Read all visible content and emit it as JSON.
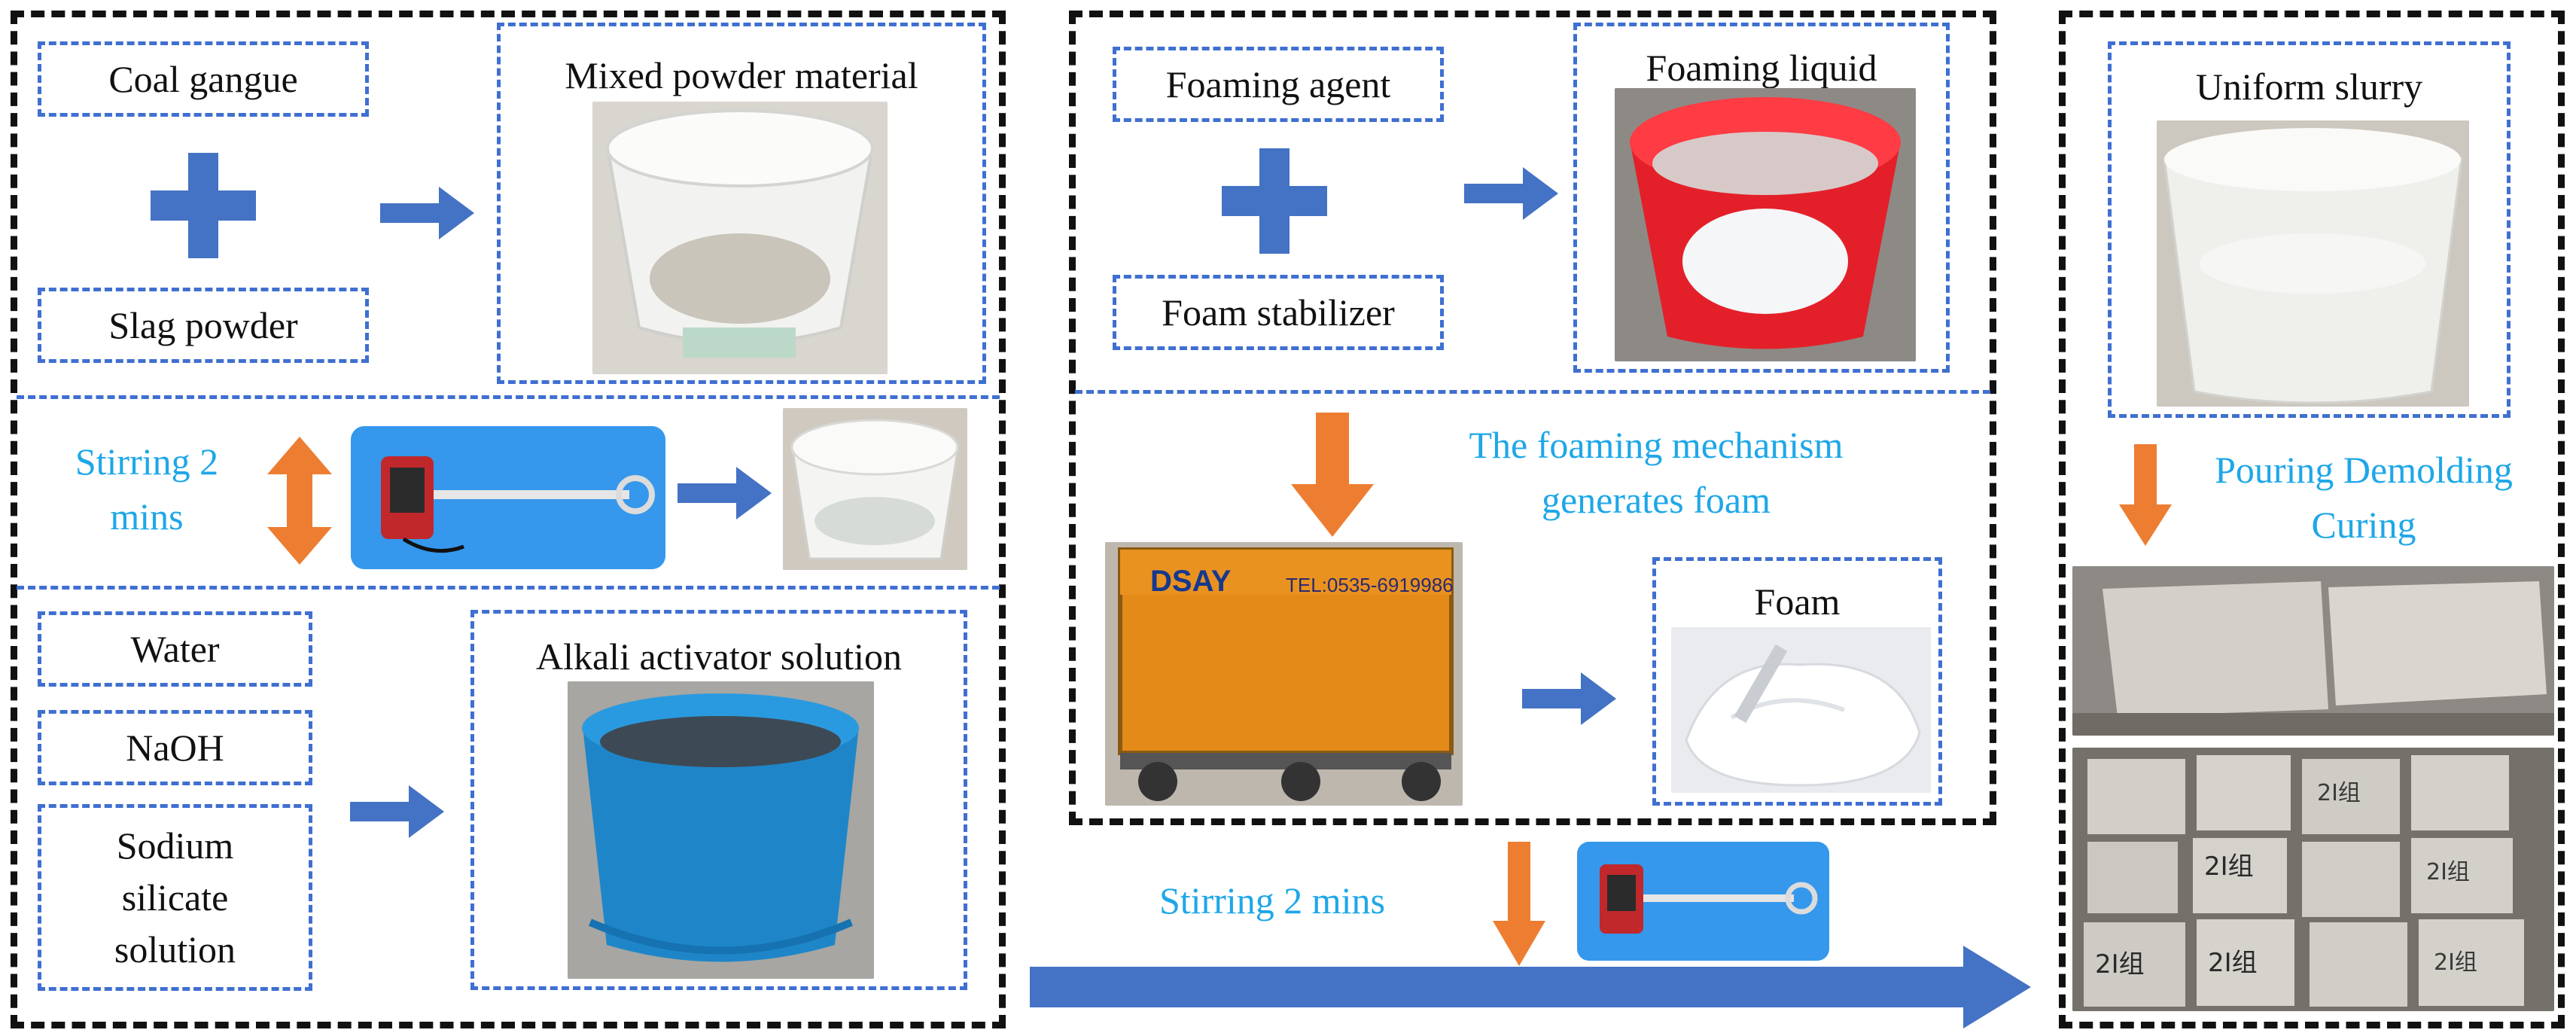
{
  "colors": {
    "blue_arrow": "#4472c4",
    "orange_arrow": "#ed7d31",
    "cyan_text": "#1ea7e8",
    "dashed_box": "#3f6fd1"
  },
  "left": {
    "coal_gangue": "Coal gangue",
    "slag_powder": "Slag powder",
    "mixed_powder_title": "Mixed powder material",
    "stirring_2_mins": "Stirring 2 mins",
    "water": "Water",
    "naoh": "NaOH",
    "sodium_silicate": "Sodium silicate solution",
    "alkali_title": "Alkali activator solution"
  },
  "middle": {
    "foaming_agent": "Foaming agent",
    "foam_stabilizer": "Foam stabilizer",
    "foaming_liquid_title": "Foaming liquid",
    "mechanism_caption": "The foaming mechanism generates foam",
    "machine_brand": "DSAY",
    "machine_tel": "TEL:0535-6919986",
    "foam_title": "Foam",
    "stirring_2_mins_bottom": "Stirring 2 mins"
  },
  "right": {
    "uniform_slurry_title": "Uniform slurry",
    "pouring_caption": "Pouring Demolding Curing",
    "block_marks": [
      "2I组",
      "2I组",
      "2I组",
      "2I组",
      "2I组",
      "2I组"
    ]
  }
}
